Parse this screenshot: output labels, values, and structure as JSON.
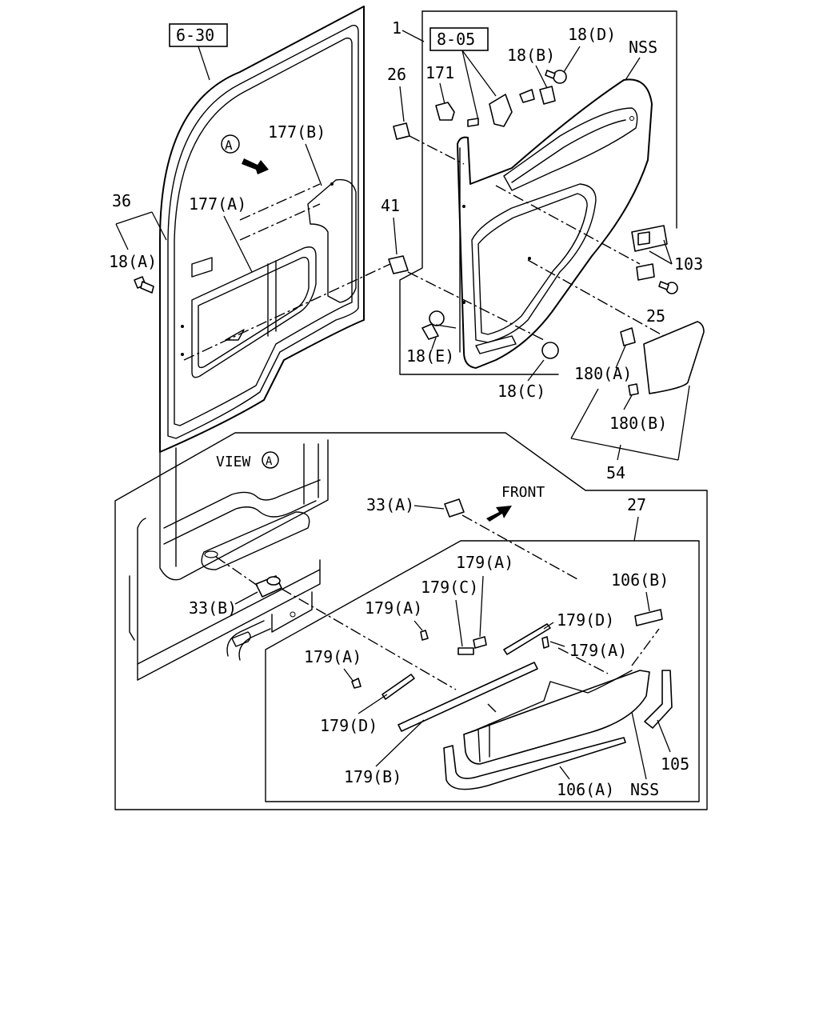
{
  "refs": {
    "ref_6_30": "6-30",
    "ref_8_05": "8-05"
  },
  "labels": {
    "p1": "1",
    "p171": "171",
    "p18d": "18(D)",
    "nss_top": "NSS",
    "p18b": "18(B)",
    "p26": "26",
    "p177b": "177(B)",
    "circle_a": "A",
    "p36": "36",
    "p177a": "177(A)",
    "p41": "41",
    "p18a": "18(A)",
    "p103": "103",
    "p25": "25",
    "p18e": "18(E)",
    "p18c": "18(C)",
    "p180a": "180(A)",
    "p180b": "180(B)",
    "p54": "54",
    "view": "VIEW",
    "view_circle": "A",
    "front": "FRONT",
    "p33a": "33(A)",
    "p27": "27",
    "p33b": "33(B)",
    "p179a_1": "179(A)",
    "p179c": "179(C)",
    "p106b": "106(B)",
    "p179a_2": "179(A)",
    "p179d_1": "179(D)",
    "p179a_3": "179(A)",
    "p179a_4": "179(A)",
    "p179d_2": "179(D)",
    "p179b": "179(B)",
    "p106a": "106(A)",
    "nss_bottom": "NSS",
    "p105": "105"
  }
}
